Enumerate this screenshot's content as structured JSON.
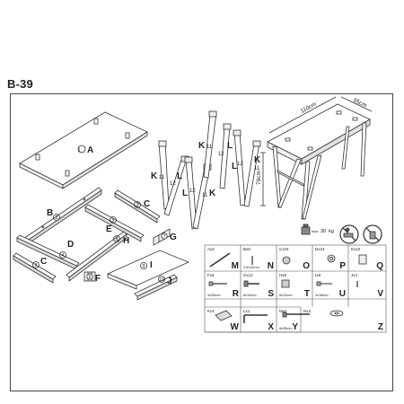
{
  "model": "B-39",
  "parts": {
    "A": {
      "num": "1",
      "letter": "A"
    },
    "B": {
      "num": "2",
      "letter": "B"
    },
    "C_top": {
      "num": "3",
      "letter": "C"
    },
    "C_bottom": {
      "num": "3",
      "letter": "C"
    },
    "D": {
      "num": "4",
      "letter": "D"
    },
    "E": {
      "num": "5",
      "letter": "E"
    },
    "F": {
      "num": "6",
      "letter": "F"
    },
    "G": {
      "num": "7",
      "letter": "G"
    },
    "H": {
      "num": "8",
      "letter": "H"
    },
    "I": {
      "num": "9",
      "letter": "I"
    },
    "J": {
      "num": "10",
      "letter": "J"
    },
    "K1": {
      "num": "11",
      "letter": "K"
    },
    "L1": {
      "num": "12",
      "letter": "L"
    },
    "K2": {
      "num": "11",
      "letter": "K"
    },
    "L2": {
      "num": "12",
      "letter": "L"
    },
    "K3": {
      "num": "11",
      "letter": "K"
    },
    "L3": {
      "num": "12",
      "letter": "L"
    },
    "K4": {
      "num": "11",
      "letter": "K"
    },
    "L4": {
      "num": "12",
      "letter": "L"
    }
  },
  "dimensions": {
    "length": "110cm",
    "depth": "55cm",
    "height": "76cm"
  },
  "max_load": {
    "prefix": "max",
    "value": "30",
    "unit": "kg"
  },
  "hardware": [
    {
      "qty": "Ax2",
      "size": "",
      "letter": "M"
    },
    {
      "qty": "Bx8",
      "size": "3.5x14mm",
      "letter": "N"
    },
    {
      "qty": "Cx24",
      "size": "",
      "letter": "O"
    },
    {
      "qty": "Dx24",
      "size": "",
      "letter": "P"
    },
    {
      "qty": "Ex10",
      "size": "",
      "letter": "Q"
    },
    {
      "qty": "Fx4",
      "size": "4x35mm",
      "letter": "R"
    },
    {
      "qty": "Gx12",
      "size": "8x10mm",
      "letter": "S"
    },
    {
      "qty": "Hx8",
      "size": "8x12mm",
      "letter": "T"
    },
    {
      "qty": "Ix8",
      "size": "3x16mm",
      "letter": "U"
    },
    {
      "qty": "Jx4",
      "size": "",
      "letter": "V"
    },
    {
      "qty": "Kx4",
      "size": "",
      "letter": "W"
    },
    {
      "qty": "Lx1",
      "size": "",
      "letter": "X"
    },
    {
      "qty": "Mx2",
      "size": "8x35mm",
      "letter": "Y"
    },
    {
      "qty": "Nx4",
      "size": "",
      "letter": "Z"
    }
  ]
}
